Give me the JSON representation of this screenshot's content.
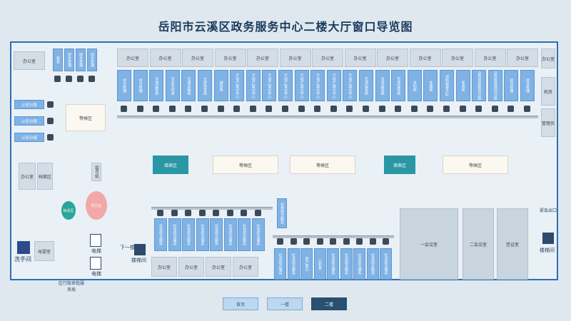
{
  "title": "岳阳市云溪区政务服务中心二楼大厅窗口导览图",
  "office": "办公室",
  "public_security": "公安分局",
  "waiting": "等候区",
  "filling": "填表区",
  "tax_pickup": "取号机",
  "tax": "税务",
  "archives": "档案区",
  "clerk": "导引台",
  "lift": "电梯",
  "downstairs": "下一楼",
  "stair": "楼梯间",
  "restroom": "洗手间",
  "nursing": "母婴室",
  "bureau_label": "区行政审批服务局",
  "emergency_exit": "紧急出口",
  "rest": "休息区",
  "meeting1": "一会议室",
  "meeting2": "二会议室",
  "sign_room": "签证室",
  "mgmt": "管理员",
  "mgmt2": "机房",
  "social": "社保综合服务",
  "windows_top": [
    "综合受理",
    "综合受理",
    "市场监管局",
    "农业农村局",
    "交通运输局",
    "文旅体育局",
    "城管局",
    "不动产登记中心",
    "不动产登记中心",
    "不动产登记中心",
    "不动产登记中心",
    "不动产登记中心",
    "不动产登记中心",
    "不动产登记中心",
    "不动产登记中心",
    "市场监管局",
    "市场监管局",
    "市场监管局",
    "水利局",
    "住建局",
    "消防救援大队",
    "发改局",
    "自然资源规划分局",
    "自然资源规划分局",
    "综合受理",
    "综合受理"
  ],
  "left_windows": [
    "税务",
    "综合受理",
    "综合受理",
    "综合受理"
  ],
  "bottom_windows": [
    "社会综合服务",
    "社会综合服务",
    "社会综合服务",
    "社会综合服务",
    "社会综合服务",
    "社会综合服务",
    "社会综合服务",
    "社会综合服务"
  ],
  "bottom_windows2": [
    "社会综合服务",
    "社会综合服务",
    "房产登记",
    "公积金",
    "社会综合服务",
    "社会综合服务",
    "社会综合服务",
    "社会综合服务",
    "社会综合服务"
  ],
  "nav": [
    "首页",
    "一楼",
    "二楼"
  ]
}
